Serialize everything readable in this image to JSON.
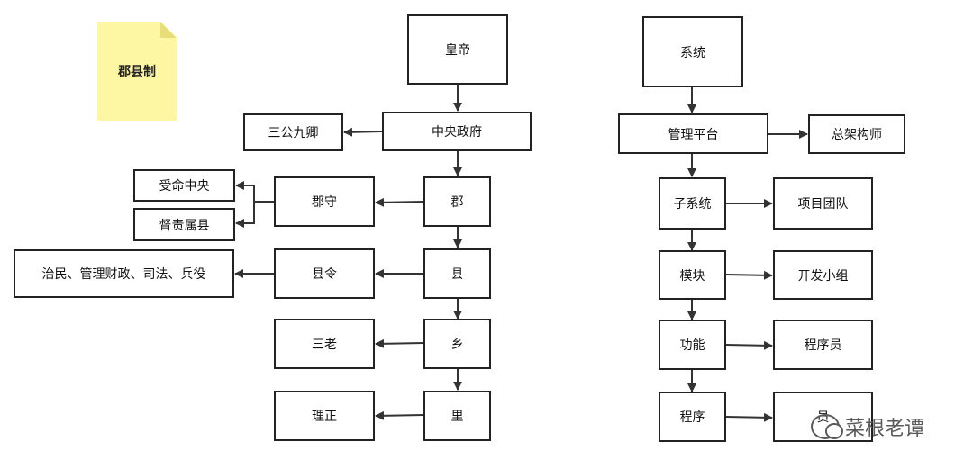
{
  "note": "郡县制",
  "left_tree": {
    "emperor": "皇帝",
    "central_gov": "中央政府",
    "three_dukes": "三公九卿",
    "jun": "郡",
    "junshou": "郡守",
    "receive_order": "受命中央",
    "supervise": "督责属县",
    "xian": "县",
    "xianling": "县令",
    "duties": "治民、管理财政、司法、兵役",
    "xiang": "乡",
    "sanlao": "三老",
    "li": "里",
    "lizheng": "理正"
  },
  "right_tree": {
    "system": "系统",
    "platform": "管理平台",
    "architect": "总架构师",
    "subsystem": "子系统",
    "project_team": "项目团队",
    "module": "模块",
    "dev_group": "开发小组",
    "function": "功能",
    "programmer": "程序员",
    "program": "程序",
    "last_box": "员"
  },
  "watermark": "菜根老谭"
}
